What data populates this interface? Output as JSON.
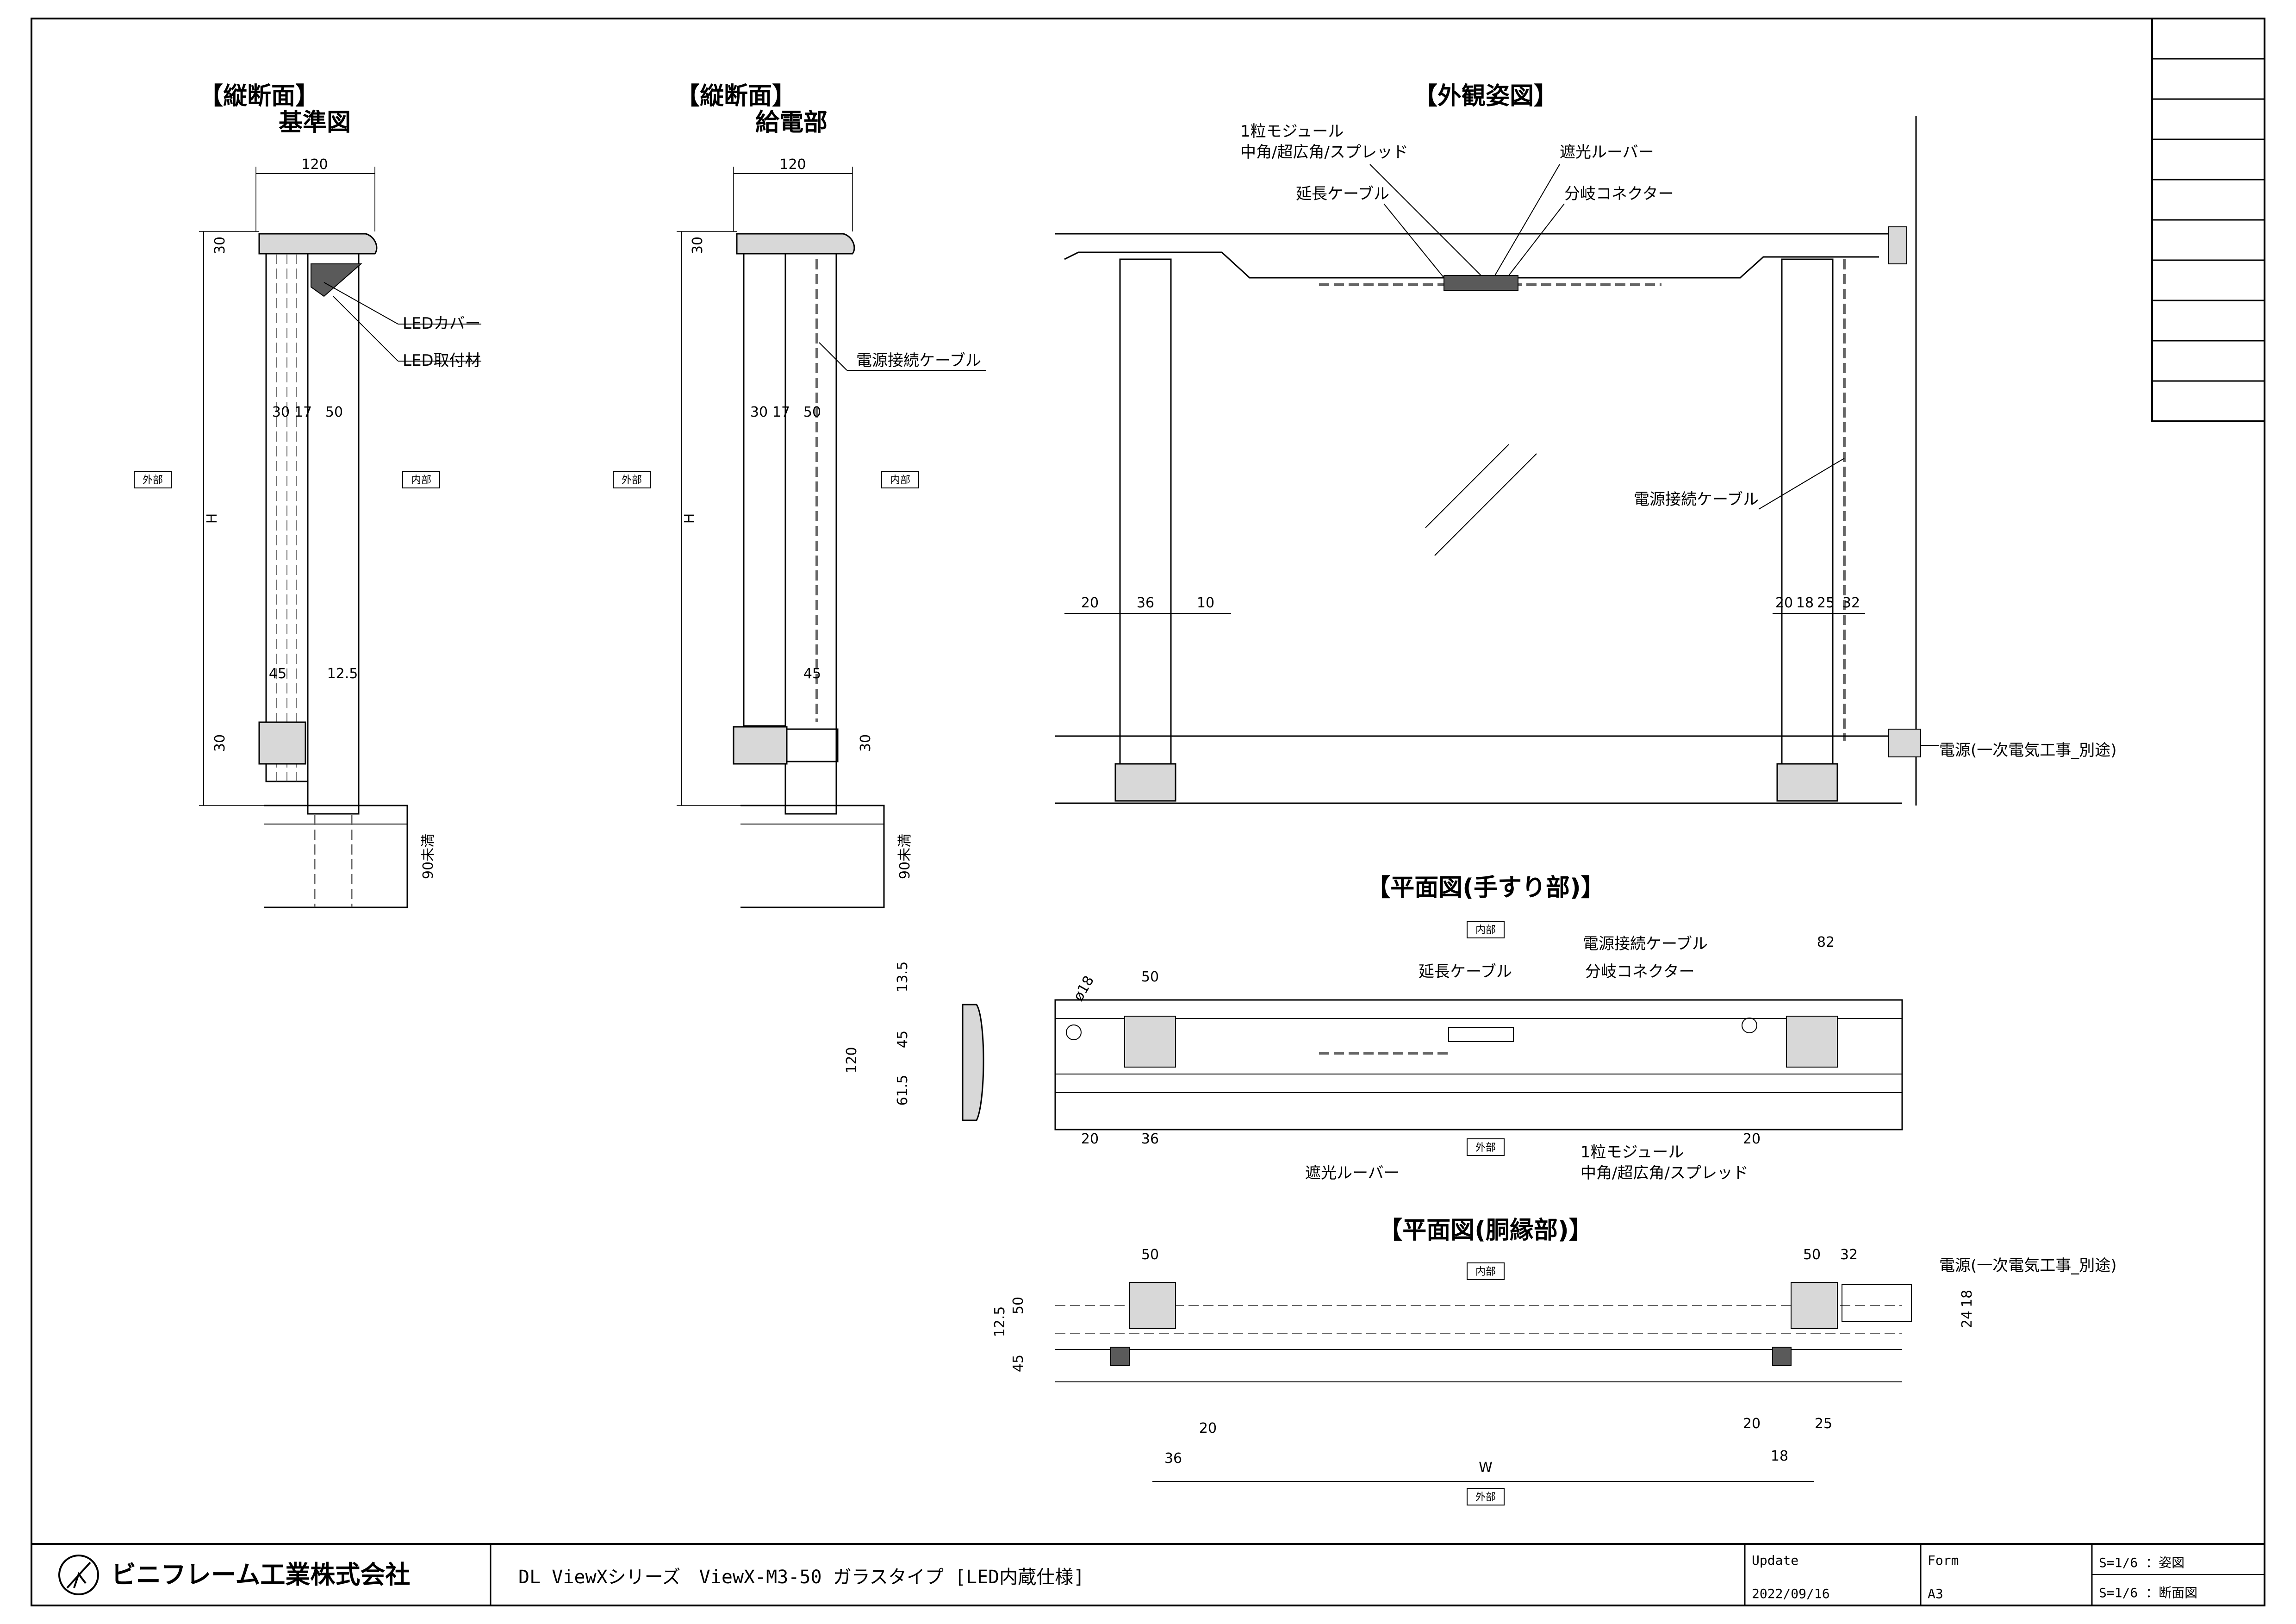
{
  "views": {
    "section_basic": {
      "title": "【縦断面】",
      "subtitle": "基準図"
    },
    "section_power": {
      "title": "【縦断面】",
      "subtitle": "給電部"
    },
    "elevation": {
      "title": "【外観姿図】"
    },
    "plan_handrail": {
      "title": "【平面図(手すり部)】"
    },
    "plan_waist": {
      "title": "【平面図(胴縁部)】"
    }
  },
  "labels": {
    "led_cover": "LEDカバー",
    "led_mount": "LED取付材",
    "power_cable": "電源接続ケーブル",
    "module": "1粒モジュール",
    "module_types": "中角/超広角/スプレッド",
    "louver": "遮光ルーバー",
    "ext_cable": "延長ケーブル",
    "branch_connector": "分岐コネクター",
    "power_source": "電源(一次電気工事_別途)",
    "outside": "外部",
    "inside": "内部",
    "height": "H",
    "width": "W",
    "embed": "90未満"
  },
  "dims": {
    "d120": "120",
    "d30": "30",
    "d17": "17",
    "d50": "50",
    "d45": "45",
    "d12_5": "12.5",
    "d20": "20",
    "d36": "36",
    "d10": "10",
    "d18": "18",
    "d25": "25",
    "d32": "32",
    "d82": "82",
    "d13_5": "13.5",
    "d61_5": "61.5",
    "d24": "24",
    "phi18": "ø18"
  },
  "title_block": {
    "company": "ビニフレーム工業株式会社",
    "drawing_title": "DL ViewXシリーズ　ViewX-M3-50 ガラスタイプ [LED内蔵仕様]",
    "update_label": "Update",
    "update_date": "2022/09/16",
    "form_label": "Form",
    "form_value": "A3",
    "scale_elev": "S=1/6 ：姿図",
    "scale_section": "S=1/6 ：断面図"
  }
}
